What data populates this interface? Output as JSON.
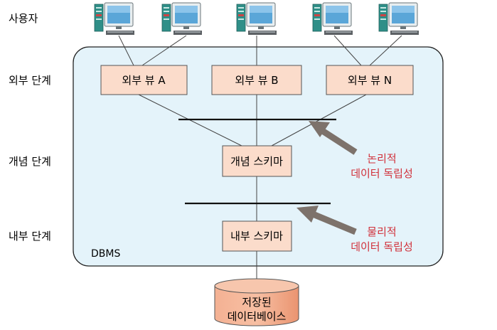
{
  "levels": {
    "users": "사용자",
    "external": "외부 단계",
    "conceptual": "개념 단계",
    "internal": "내부 단계"
  },
  "dbms_label": "DBMS",
  "views": [
    "외부 뷰 A",
    "외부 뷰 B",
    "외부 뷰 N"
  ],
  "conceptual_schema": "개념 스키마",
  "internal_schema": "내부 스키마",
  "storage": {
    "line1": "저장된",
    "line2": "데이터베이스"
  },
  "logical_independence": {
    "line1": "논리적",
    "line2": "데이터 독립성"
  },
  "physical_independence": {
    "line1": "물리적",
    "line2": "데이터 독립성"
  },
  "colors": {
    "dbms_fill": "#e4f3fa",
    "box_fill": "#fbdccb",
    "storage_fill": "#f2a27e",
    "accent_text": "#d1303a",
    "arrow": "#7d726b"
  }
}
